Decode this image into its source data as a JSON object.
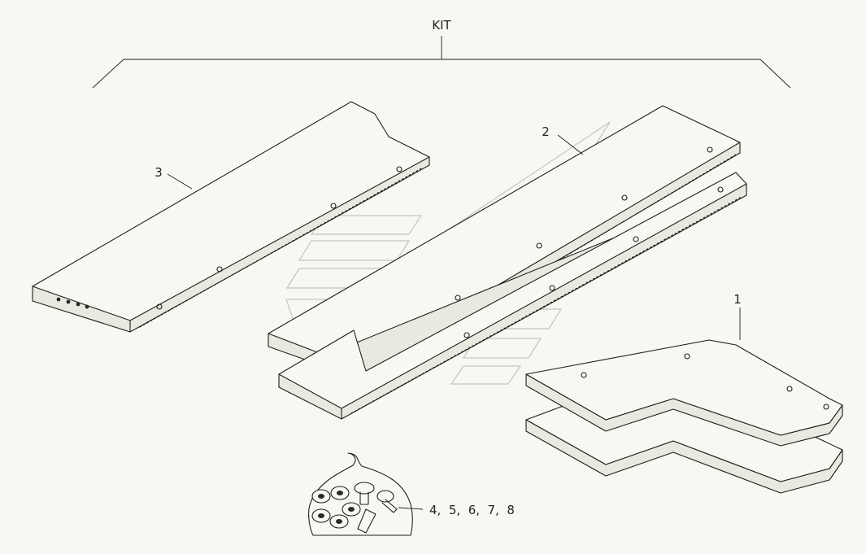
{
  "diagram": {
    "kit_label": "KIT",
    "callouts": {
      "part_1": "1",
      "part_2": "2",
      "part_3": "3",
      "hardware": "4,  5,  6,  7,  8"
    },
    "colors": {
      "background": "#f7f8f1",
      "line": "#1e1e1e",
      "watermark": "#9a9a9a"
    }
  }
}
